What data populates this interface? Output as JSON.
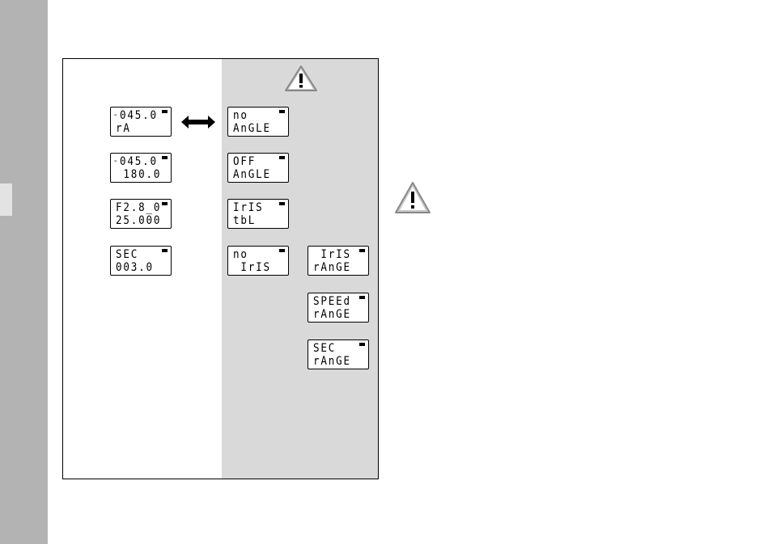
{
  "colors": {
    "sidebar": "#b3b3b3",
    "panel_shade": "#d9d9d9",
    "warning_fill": "#c8c8c8"
  },
  "icons": {
    "warning": "warning-triangle-icon",
    "exchange": "double-arrow-icon"
  },
  "left_column": [
    {
      "line1": "045.0",
      "line2": "rA",
      "indicator": "◃"
    },
    {
      "line1": "045.0",
      "line2": " 180.0",
      "indicator": "◃"
    },
    {
      "line1": "F2.8_0",
      "line2": "25.000"
    },
    {
      "line1": "SEC",
      "line2": "003.0"
    }
  ],
  "right_column": [
    {
      "line1": "no",
      "line2": "AnGLE"
    },
    {
      "line1": "OFF",
      "line2": "AnGLE"
    },
    {
      "line1": "IrIS",
      "line2": "tbL"
    },
    {
      "line1": "no",
      "line2": " IrIS"
    }
  ],
  "range_column": [
    {
      "line1": " IrIS",
      "line2": "rAnGE"
    },
    {
      "line1": "SPEEd",
      "line2": "rAnGE"
    },
    {
      "line1": "SEC",
      "line2": "rAnGE"
    }
  ]
}
